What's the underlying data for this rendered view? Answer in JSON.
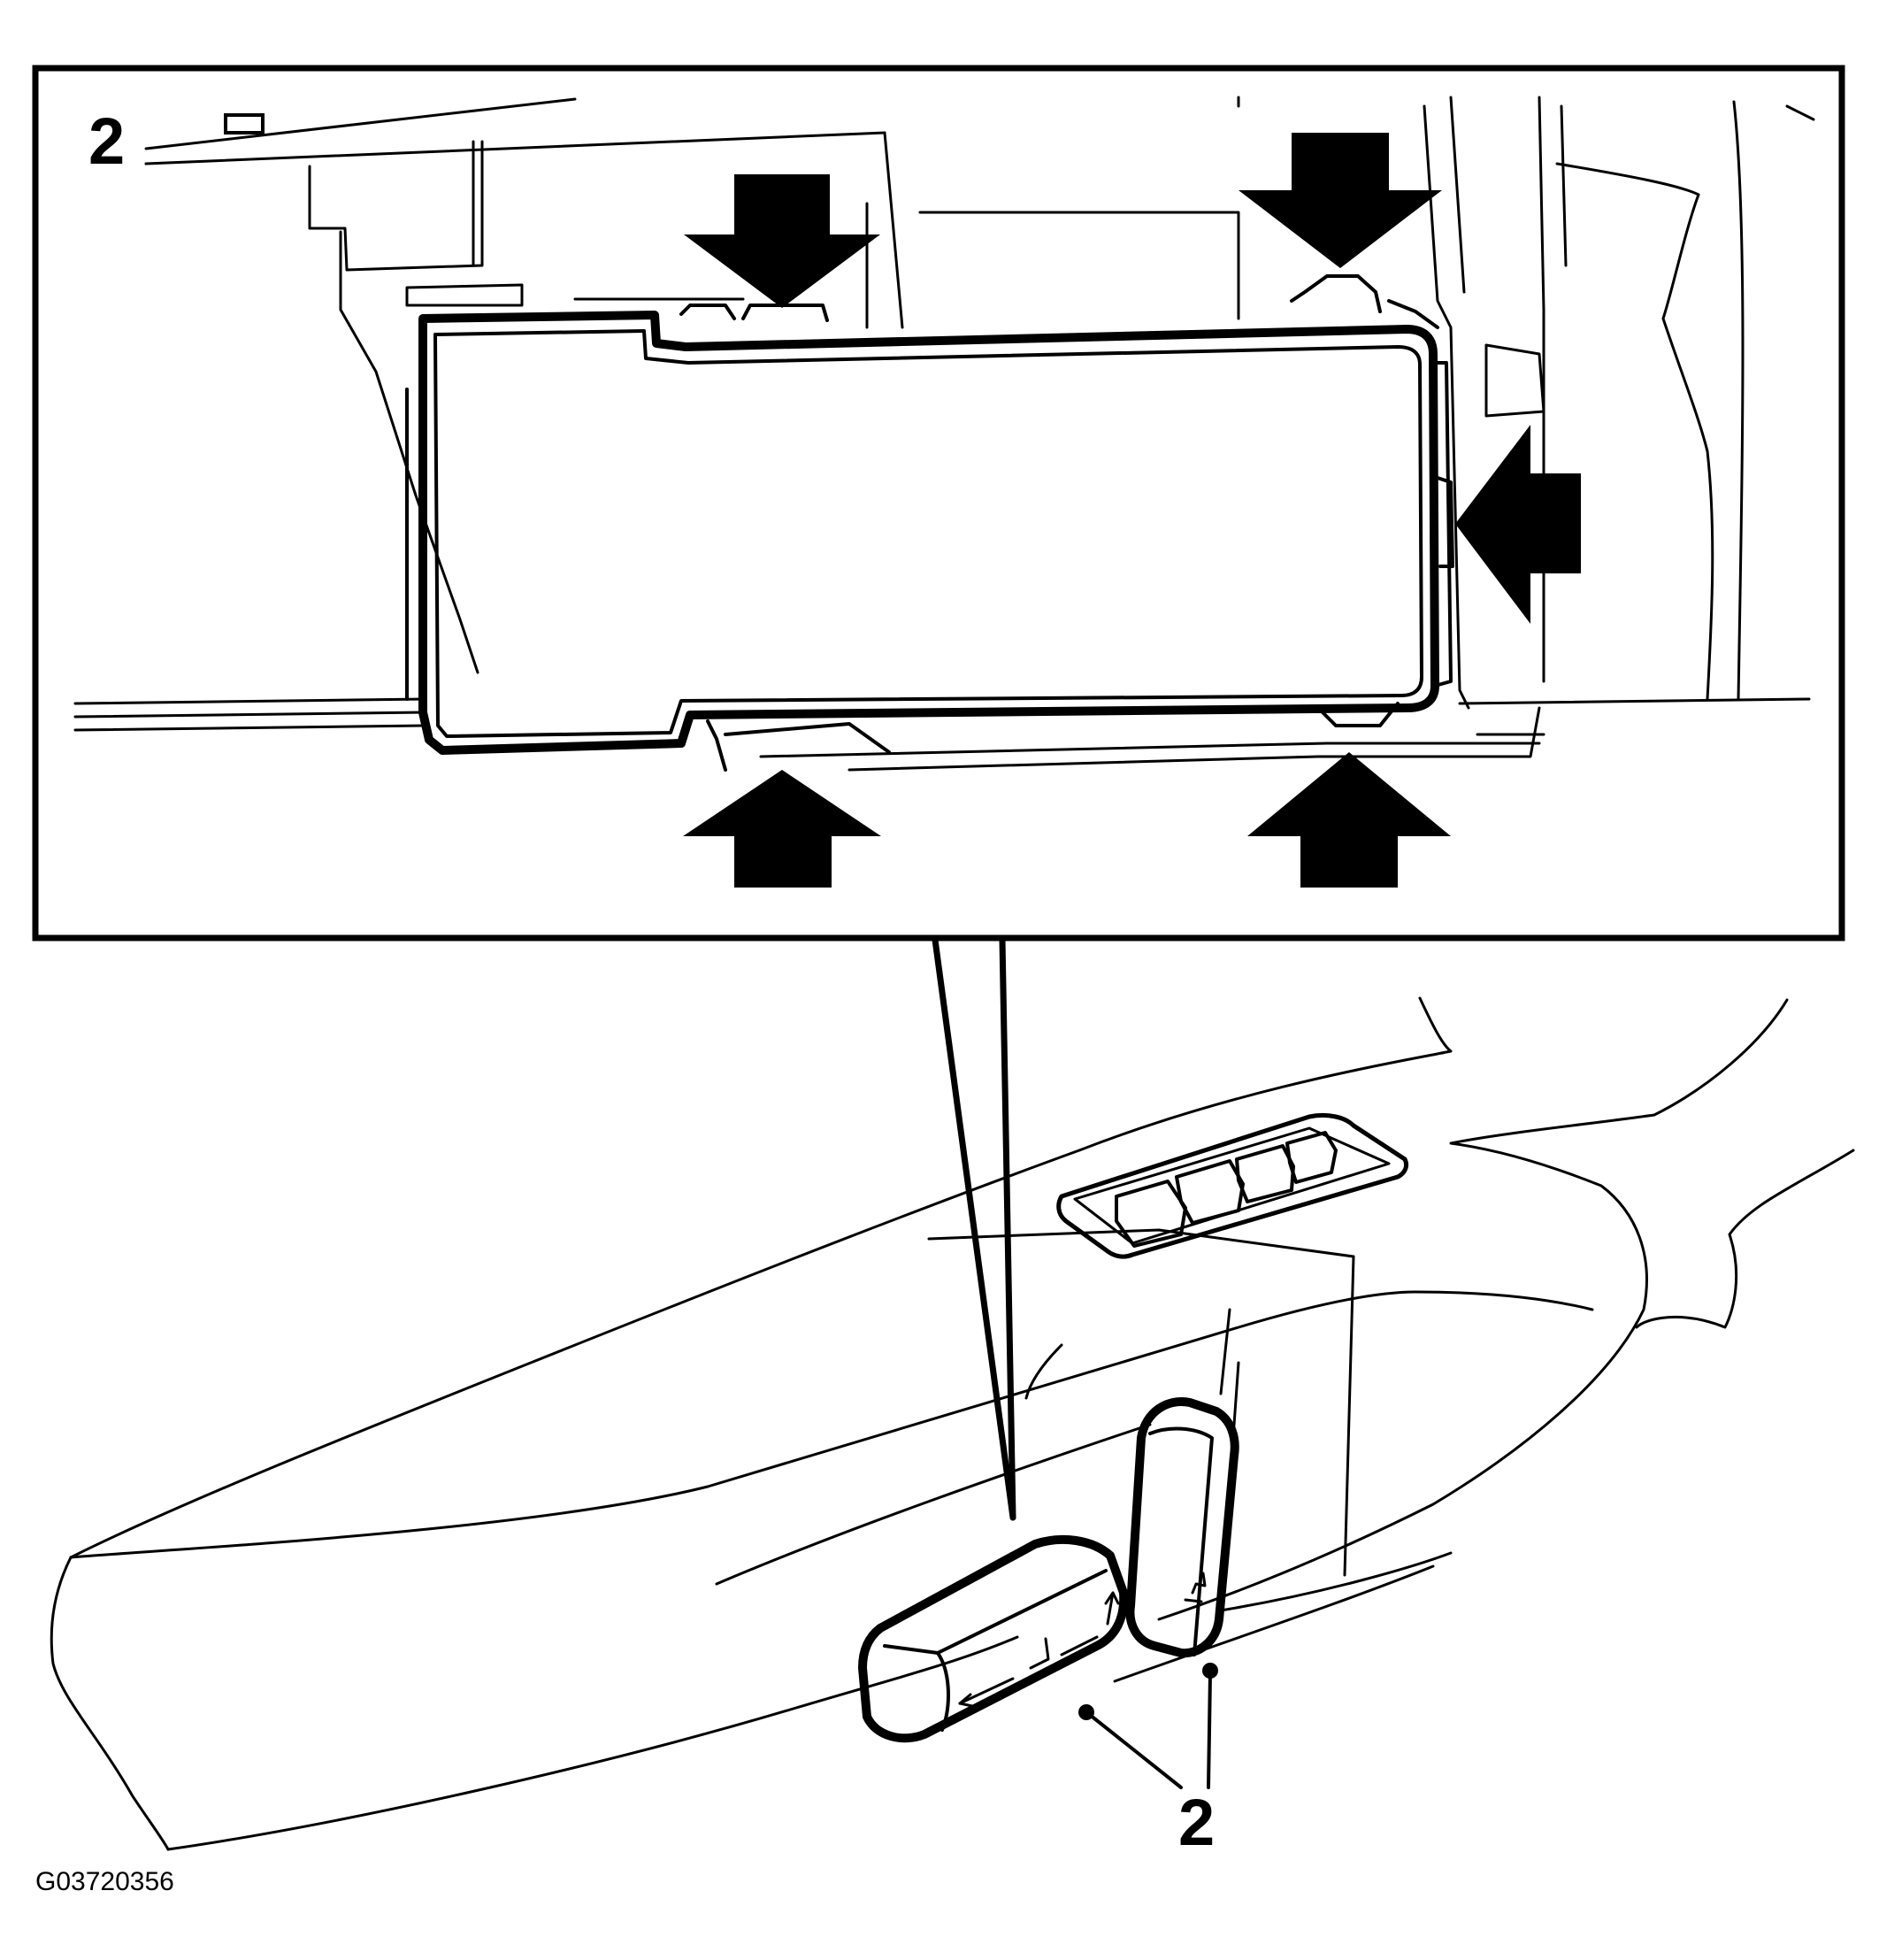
{
  "diagram": {
    "inset_callout": "2",
    "main_callout": "2",
    "figure_code": "G03720356",
    "colors": {
      "ink": "#000000",
      "paper": "#ffffff"
    },
    "icons": [
      "arrow-down-icon",
      "arrow-down-icon",
      "arrow-left-icon",
      "arrow-up-icon",
      "arrow-up-icon"
    ]
  }
}
